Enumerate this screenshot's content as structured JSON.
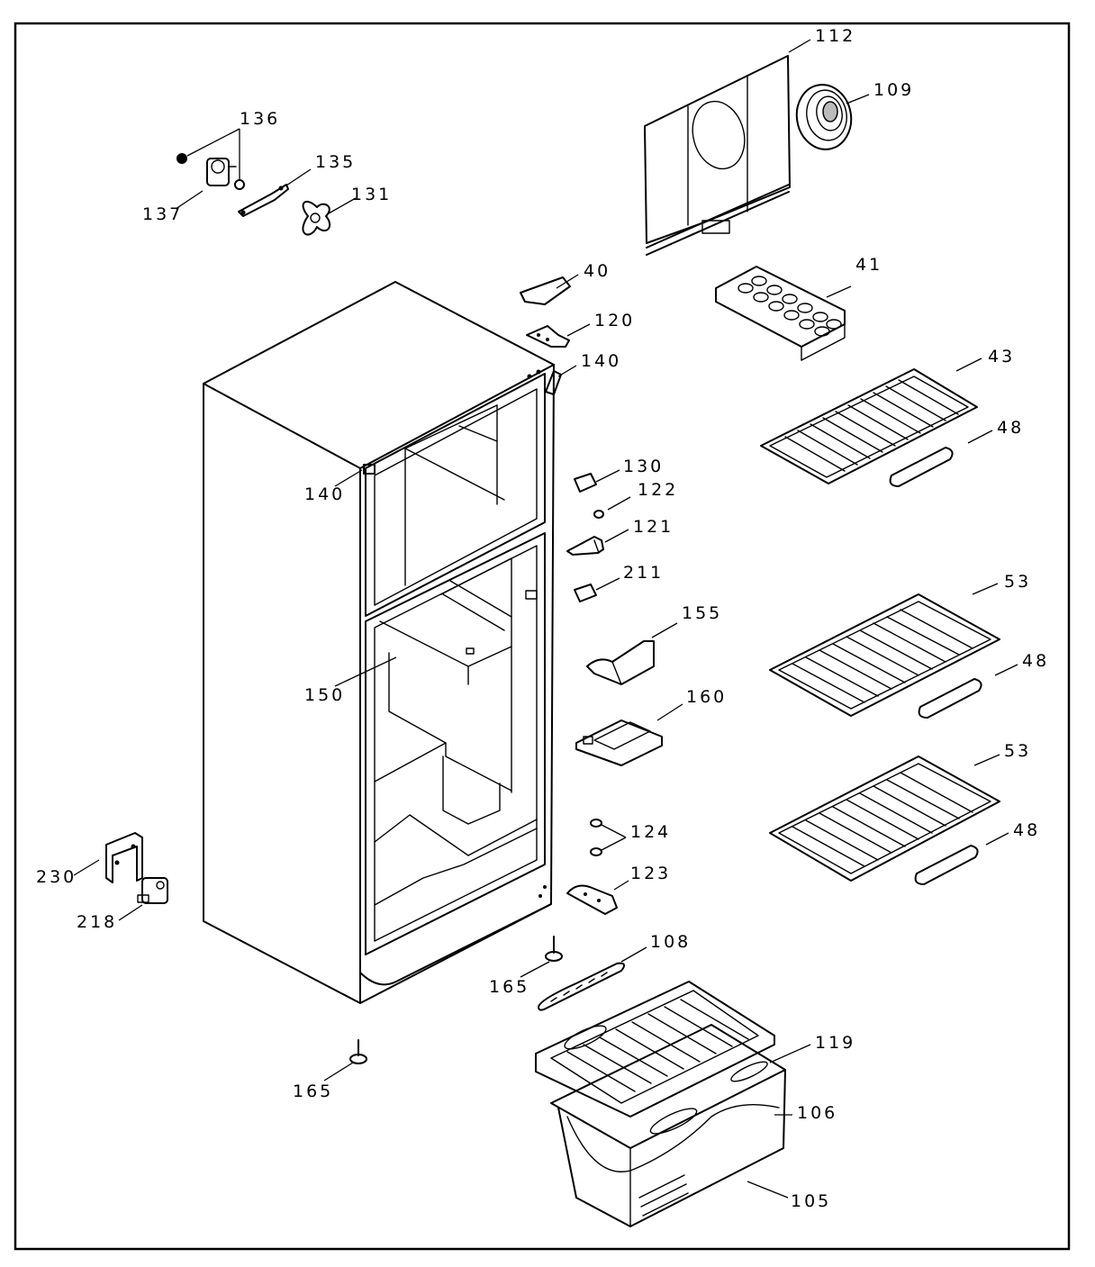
{
  "labels": {
    "p112": "112",
    "p109": "109",
    "p136": "136",
    "p135": "135",
    "p137": "137",
    "p131": "131",
    "p40": "40",
    "p41": "41",
    "p120": "120",
    "p140a": "140",
    "p140b": "140",
    "p43": "43",
    "p48a": "48",
    "p130": "130",
    "p122": "122",
    "p121": "121",
    "p211": "211",
    "p53a": "53",
    "p155": "155",
    "p48b": "48",
    "p150": "150",
    "p160": "160",
    "p53b": "53",
    "p124": "124",
    "p48c": "48",
    "p230": "230",
    "p123": "123",
    "p218": "218",
    "p108": "108",
    "p165a": "165",
    "p119": "119",
    "p165b": "165",
    "p106": "106",
    "p105": "105"
  }
}
